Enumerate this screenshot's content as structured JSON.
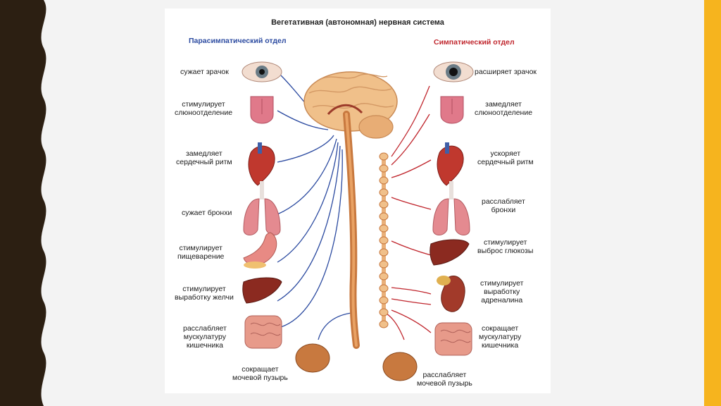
{
  "title": "Вегетативная (автономная) нервная система",
  "parasympathetic": {
    "heading": "Парасимпатический отдел",
    "labels": [
      "сужает зрачок",
      "стимулирует\nслюноотделение",
      "замедляет\nсердечный ритм",
      "сужает бронхи",
      "стимулирует\nпищеварение",
      "стимулирует\nвыработку желчи",
      "расслабляет\nмускулатуру\nкишечника",
      "сокращает\nмочевой пузырь"
    ]
  },
  "sympathetic": {
    "heading": "Симпатический отдел",
    "labels": [
      "расширяет зрачок",
      "замедляет\nслюноотделение",
      "ускоряет\nсердечный ритм",
      "расслабляет\nбронхи",
      "стимулирует\nвыброс глюкозы",
      "стимулирует\nвыработку\nадреналина",
      "сокращает\nмускулатуру\nкишечника",
      "расслабляет\nмочевой пузырь"
    ]
  },
  "colors": {
    "accent_bar": "#f6b41e",
    "left_decoration": "#2c1f12",
    "parasympathetic_lines": "#2b4aa0",
    "sympathetic_lines": "#c0262d"
  }
}
